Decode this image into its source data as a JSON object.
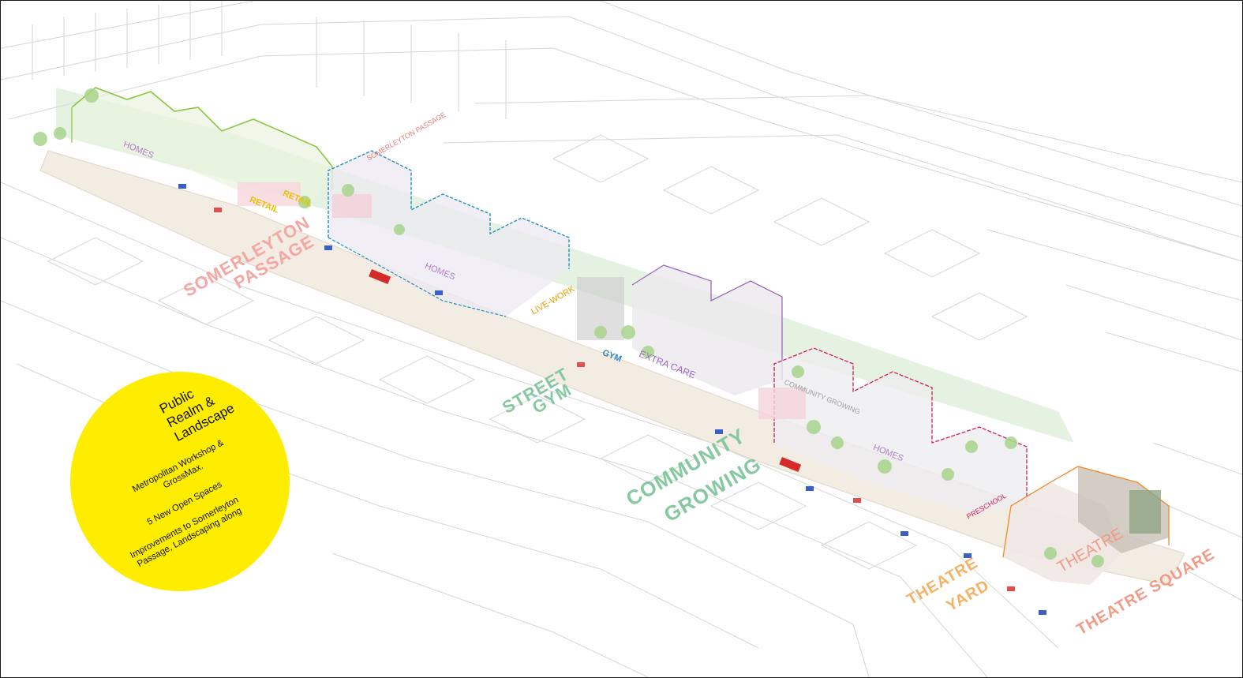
{
  "labels": {
    "somerleyton_1": "SOMERLEYTON",
    "somerleyton_2": "PASSAGE",
    "street_1": "STREET",
    "street_2": "GYM",
    "community_1": "COMMUNITY",
    "community_2": "GROWING",
    "theatre_yard_1": "THEATRE",
    "theatre_yard_2": "YARD",
    "theatre_square": "THEATRE SQUARE"
  },
  "building_tags": {
    "homes_1": "HOMES",
    "retail_1": "RETAIL",
    "retail_2": "RETAIL",
    "homes_2": "HOMES",
    "live_work": "LIVE-WORK",
    "gym": "GYM",
    "extra_care": "EXTRA CARE",
    "community_growing": "COMMUNITY GROWING",
    "homes_3": "HOMES",
    "theatre": "THEATRE",
    "preschool": "PRESCHOOL",
    "somerleyton_passage_tag": "SOMERLEYTON PASSAGE"
  },
  "info": {
    "title": "Public Realm & Landscape",
    "credit": "Metropolitan Workshop & GrossMax.",
    "open_spaces": "5 New Open Spaces",
    "improvements": "Improvements to Somerleyton Passage, Landscaping along"
  },
  "colors": {
    "circle": "#ffed00",
    "green_zone": "#8cc63f",
    "blue_zone": "#1f8fc1",
    "purple_zone": "#9b6bc2",
    "red_zone": "#d81b5a",
    "orange_zone": "#f08a24",
    "context_lines": "#d9d9d9"
  }
}
